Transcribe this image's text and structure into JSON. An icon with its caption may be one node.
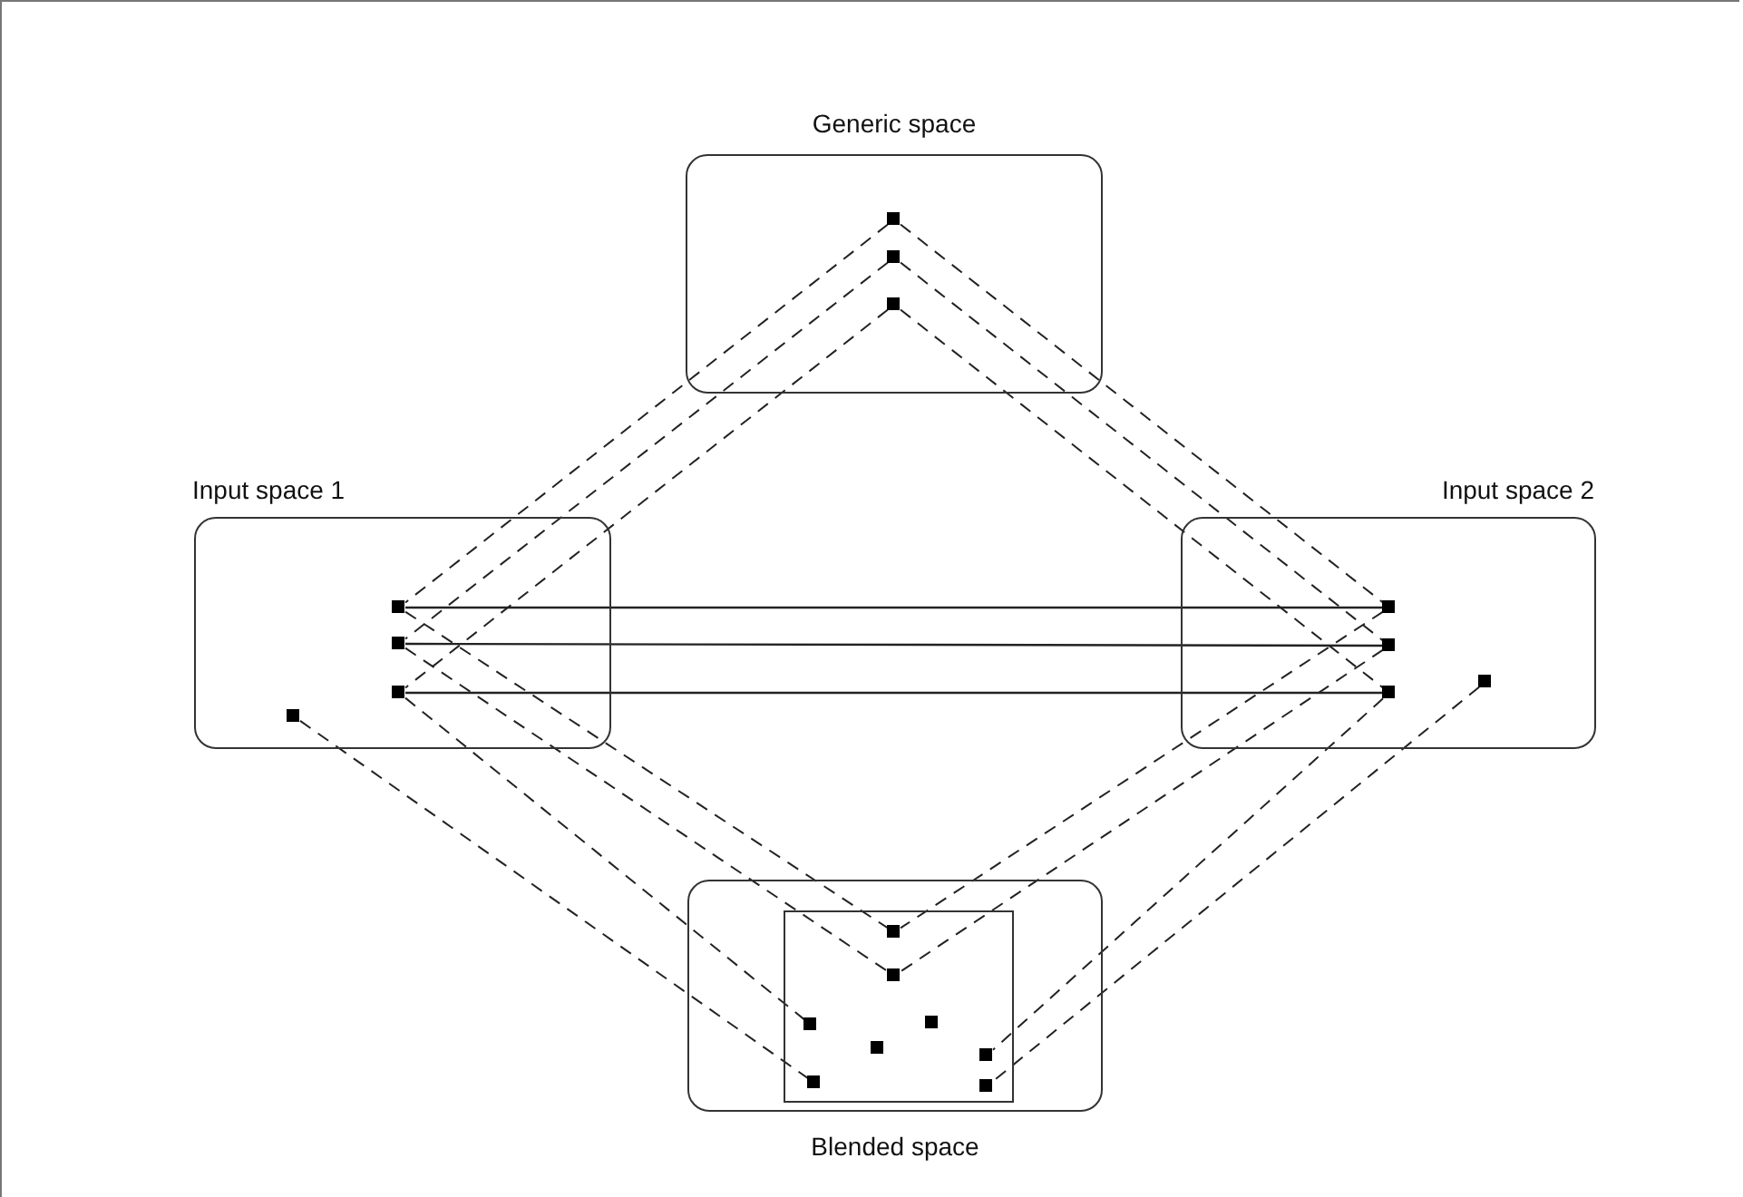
{
  "diagram": {
    "nodes": [
      {
        "text": [
          "Generic space"
        ]
      },
      {
        "text": [
          "Input space 1"
        ]
      },
      {
        "text": [
          "Input space 2"
        ]
      },
      {
        "text": [
          "Blended space"
        ]
      },
      {
        "text": [],
        "shape": "box",
        "in": 3
      },
      {
        "text": [],
        "shape": "box",
        "in": 0
      },
      {
        "text": [],
        "shape": "box",
        "in": 0
      },
      {
        "text": [],
        "shape": "box",
        "in": 0
      },
      {
        "text": [],
        "shape": "box",
        "in": 1
      },
      {
        "text": [],
        "shape": "box",
        "in": 1
      },
      {
        "text": [],
        "shape": "box",
        "in": 1
      },
      {
        "text": [],
        "shape": "box",
        "in": 1
      },
      {
        "text": [],
        "shape": "box",
        "in": 2
      },
      {
        "text": [],
        "shape": "box",
        "in": 2
      },
      {
        "text": [],
        "shape": "box",
        "in": 2
      },
      {
        "text": [],
        "shape": "box",
        "in": 2
      },
      {
        "text": [],
        "shape": "box",
        "in": 4
      },
      {
        "text": [],
        "shape": "box",
        "in": 4
      },
      {
        "text": [],
        "shape": "box",
        "in": 4
      },
      {
        "text": [],
        "shape": "box",
        "in": 4
      },
      {
        "text": [],
        "shape": "box",
        "in": 4
      },
      {
        "text": [],
        "shape": "box",
        "in": 4
      },
      {
        "text": [],
        "shape": "box",
        "in": 4
      },
      {
        "text": [],
        "shape": "box",
        "in": 4
      }
    ],
    "edges": [
      {
        "from": 5,
        "to": 8,
        "arrow": "none",
        "style": "dashed"
      },
      {
        "from": 6,
        "to": 9,
        "arrow": "none",
        "style": "dashed"
      },
      {
        "from": 7,
        "to": 10,
        "arrow": "none",
        "style": "dashed"
      },
      {
        "from": 5,
        "to": 12,
        "arrow": "none",
        "style": "dashed"
      },
      {
        "from": 6,
        "to": 13,
        "arrow": "none",
        "style": "dashed"
      },
      {
        "from": 7,
        "to": 14,
        "arrow": "none",
        "style": "dashed"
      },
      {
        "from": 8,
        "to": 12,
        "arrow": "none"
      },
      {
        "from": 9,
        "to": 13,
        "arrow": "none"
      },
      {
        "from": 10,
        "to": 14,
        "arrow": "none"
      },
      {
        "from": 8,
        "to": 16,
        "arrow": "none",
        "style": "dashed"
      },
      {
        "from": 9,
        "to": 17,
        "arrow": "none",
        "style": "dashed"
      },
      {
        "from": 10,
        "to": 18,
        "arrow": "none",
        "style": "dashed"
      },
      {
        "from": 11,
        "to": 22,
        "arrow": "none",
        "style": "dashed"
      },
      {
        "from": 12,
        "to": 16,
        "arrow": "none",
        "style": "dashed"
      },
      {
        "from": 13,
        "to": 17,
        "arrow": "none",
        "style": "dashed"
      },
      {
        "from": 14,
        "to": 21,
        "arrow": "none",
        "style": "dashed"
      },
      {
        "from": 15,
        "to": 23,
        "arrow": "none",
        "style": "dashed"
      }
    ]
  }
}
